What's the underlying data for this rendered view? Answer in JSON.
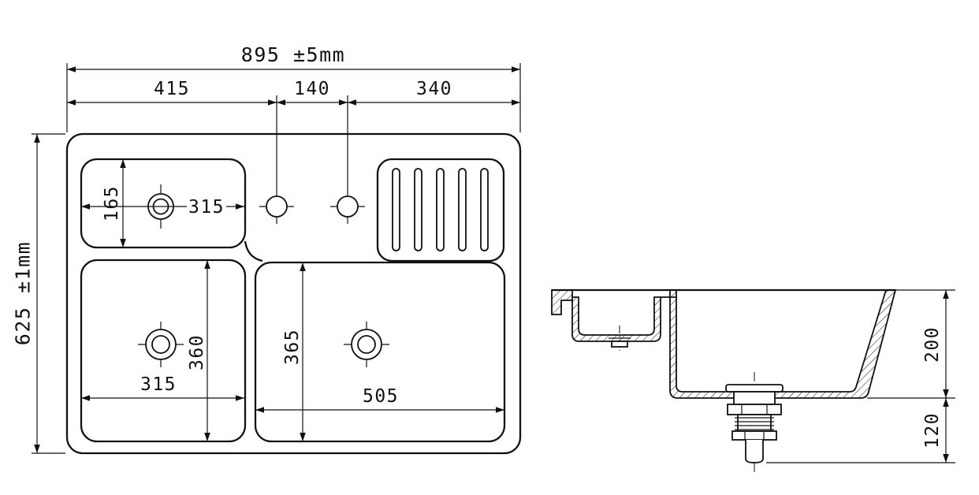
{
  "drawing": {
    "type": "technical-drawing",
    "subject": "kitchen sink dimension drawing, top view and cross-section",
    "top_view": {
      "overall_width_label": "895 ±5mm",
      "overall_depth_label": "625 ±1mm",
      "segment_left_label": "415",
      "segment_middle_label": "140",
      "segment_right_label": "340",
      "small_bowl_depth_label": "165",
      "small_bowl_width_label": "315",
      "left_bowl_width_label": "315",
      "left_bowl_depth_label": "360",
      "right_bowl_depth_label": "365",
      "right_bowl_width_label": "505"
    },
    "section_view": {
      "bowl_depth_label": "200",
      "drain_clearance_label": "120"
    },
    "colors": {
      "line": "#111111",
      "background": "#ffffff"
    }
  }
}
